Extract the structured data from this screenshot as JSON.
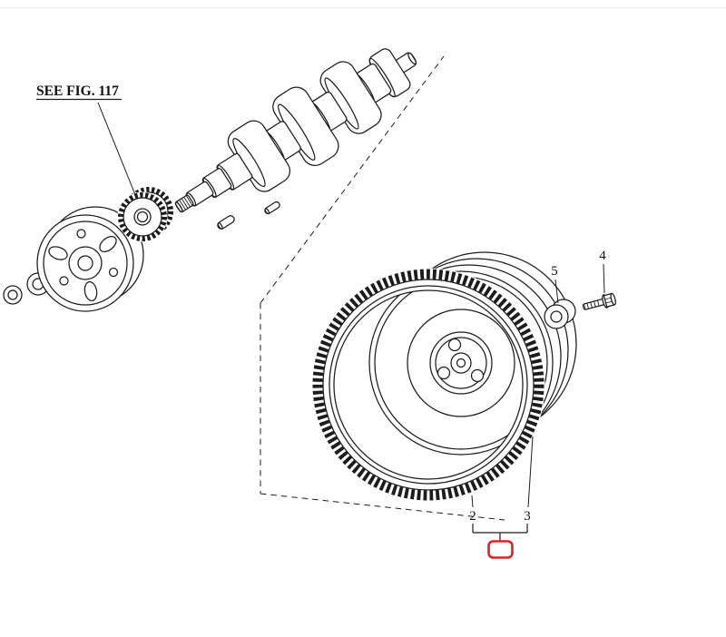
{
  "diagram": {
    "reference_note": "SEE FIG. 117",
    "callouts": {
      "c2": "2",
      "c3": "3",
      "c4": "4",
      "c5": "5"
    },
    "highlight_color": "#d8232a",
    "line_color": "#1c1c1c"
  }
}
